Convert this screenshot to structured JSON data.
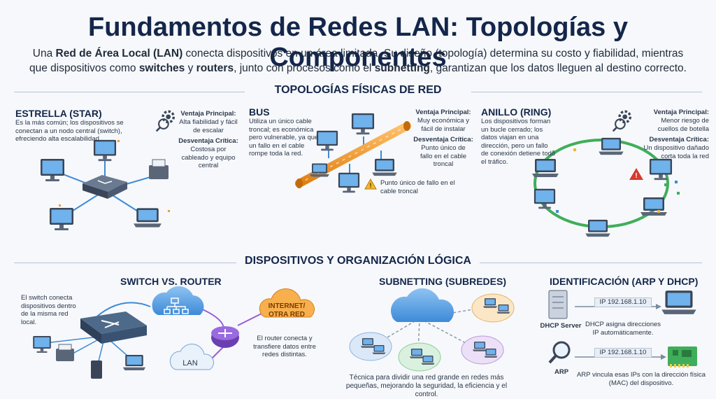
{
  "title": "Fundamentos de Redes LAN: Topologías y Componentes",
  "intro": {
    "p1": "Una ",
    "b1": "Red de Área Local (LAN)",
    "p2": " conecta dispositivos en un área limitada. Su diseño (topología) determina su costo y fiabilidad, mientras que dispositivos como ",
    "b2": "switches",
    "p3": " y ",
    "b3": "routers",
    "p4": ", junto con procesos como el ",
    "b4": "subnetting",
    "p5": ", garantizan que los datos lleguen al destino correcto."
  },
  "section1": "TOPOLOGÍAS FÍSICAS DE RED",
  "star": {
    "title": "ESTRELLA (STAR)",
    "desc": "Es la más común; los dispositivos se conectan a un nodo central (switch), efreciendo alta escalabilidad.",
    "adv_title": "Ventaja Principal:",
    "adv": "Alta fiabilidad y fácil de escalar",
    "dis_title": "Desventaja Crítica:",
    "dis": "Costosa por cableado y equipo central"
  },
  "bus": {
    "title": "BUS",
    "desc": "Utiliza un único cable troncal; es económica pero vulnerable, ya que un fallo en el cable rompe toda la red.",
    "adv_title": "Ventaja Principal:",
    "adv": "Muy económica y fácil de instalar",
    "dis_title": "Desventaja Crítica:",
    "dis": "Punto único de fallo en el cable troncal",
    "warning": "Punto único de fallo en el cable troncal"
  },
  "ring": {
    "title": "ANILLO (RING)",
    "desc": "Los dispositivos forman un bucle cerrado; los datos viajan en una dirección, pero un fallo de conexión detiene todo el tráfico.",
    "adv_title": "Ventaja Principal:",
    "adv": "Menor riesgo de cuellos de botella",
    "dis_title": "Desventaja Crítica:",
    "dis": "Un dispositivo dañado corta toda la red"
  },
  "section2": "DISPOSITIVOS Y ORGANIZACIÓN LÓGICA",
  "switch_router": {
    "title": "SWITCH VS. ROUTER",
    "switch_text": "El switch conecta dispositivos dentro de la misma red local.",
    "router_text": "El router conecta y transfiere datos entre redes distintas.",
    "internet": "INTERNET/ OTRA RED",
    "lan": "LAN"
  },
  "subnetting": {
    "title": "SUBNETTING (SUBREDES)",
    "caption": "Técnica para dividir una red grande en redes más pequeñas, mejorando la seguridad, la eficiencia y el control."
  },
  "ident": {
    "title": "IDENTIFICACIÓN (ARP Y DHCP)",
    "ip1": "IP 192.168.1.10",
    "dhcp_label": "DHCP Server",
    "dhcp_text": "DHCP asigna direcciones IP automáticamente.",
    "ip2": "IP 192.168.1.10",
    "arp_label": "ARP",
    "arp_text": "ARP vincula esas IPs con la dirección física (MAC) del dispositivo."
  },
  "colors": {
    "navy": "#14264a",
    "blue": "#2f7fd6",
    "orange": "#f29a2e",
    "green": "#3fae5a",
    "red": "#d63a2f"
  }
}
